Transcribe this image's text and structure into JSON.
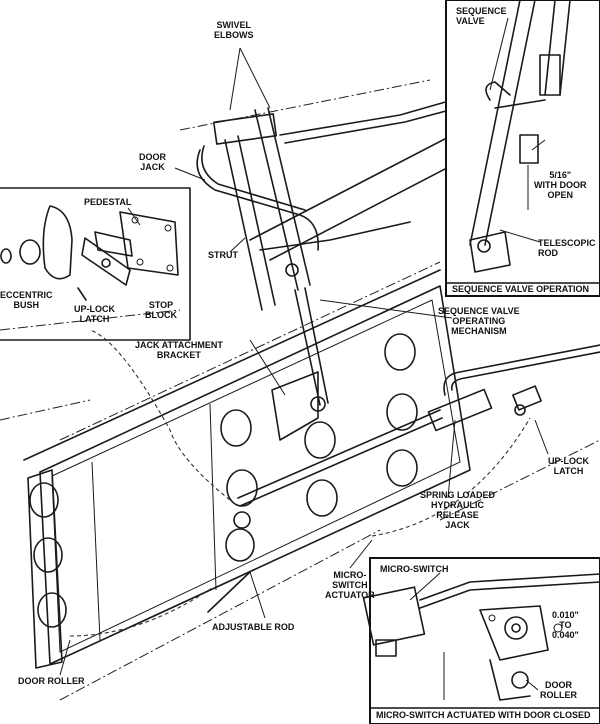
{
  "diagram": {
    "labels": {
      "swivel_elbows": "SWIVEL\nELBOWS",
      "door_jack": "DOOR\nJACK",
      "pedestal": "PEDESTAL",
      "strut": "STRUT",
      "eccentric_bush": "ECCENTRIC\nBUSH",
      "up_lock_latch_detail": "UP-LOCK\nLATCH",
      "stop_block": "STOP\nBLOCK",
      "jack_attachment_bracket": "JACK ATTACHMENT\nBRACKET",
      "sequence_valve_mechanism": "SEQUENCE VALVE\nOPERATING\nMECHANISM",
      "up_lock_latch": "UP-LOCK\nLATCH",
      "spring_loaded_jack": "SPRING LOADED\nHYDRAULIC\nRELEASE\nJACK",
      "micro_switch_actuator": "MICRO-\nSWITCH\nACTUATOR",
      "adjustable_rod": "ADJUSTABLE ROD",
      "door_roller_main": "DOOR ROLLER"
    },
    "inset_sequence": {
      "sequence_valve": "SEQUENCE\nVALVE",
      "dimension": "5/16\"\nWITH DOOR\nOPEN",
      "telescopic_rod": "TELESCOPIC\nROD",
      "caption": "SEQUENCE VALVE OPERATION"
    },
    "inset_micro": {
      "micro_switch": "MICRO-SWITCH",
      "gap": "0.010\"\nTO\n0.040\"",
      "door_roller": "DOOR\nROLLER",
      "caption": "MICRO-SWITCH ACTUATED WITH DOOR CLOSED"
    }
  }
}
